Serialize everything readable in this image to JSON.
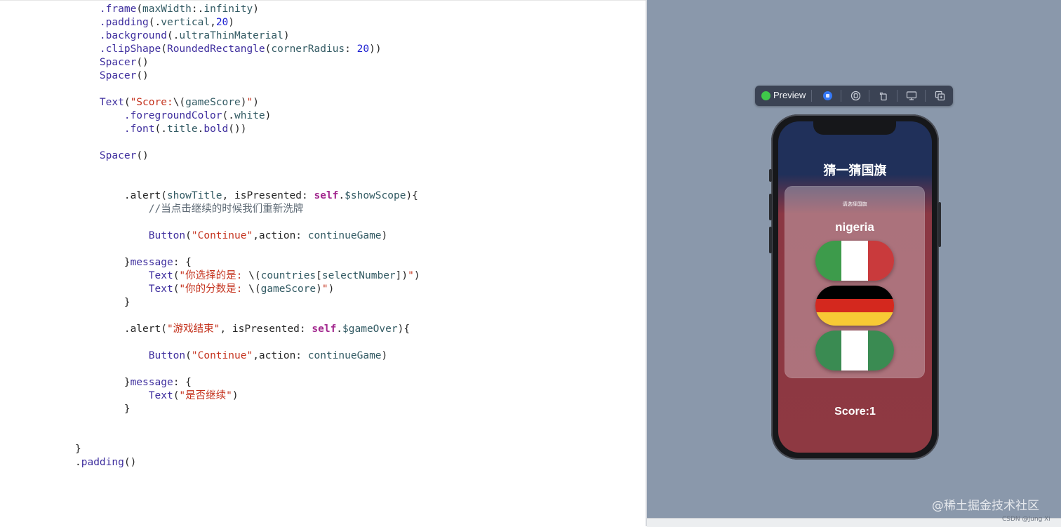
{
  "code_lines": [
    [
      [
        "plain",
        "    "
      ],
      [
        "fn",
        ".frame"
      ],
      [
        "plain",
        "("
      ],
      [
        "prop",
        "maxWidth"
      ],
      [
        "plain",
        ":."
      ],
      [
        "prop",
        "infinity"
      ],
      [
        "plain",
        ")"
      ]
    ],
    [
      [
        "plain",
        "    "
      ],
      [
        "fn",
        ".padding"
      ],
      [
        "plain",
        "(."
      ],
      [
        "prop",
        "vertical"
      ],
      [
        "plain",
        ","
      ],
      [
        "num",
        "20"
      ],
      [
        "plain",
        ")"
      ]
    ],
    [
      [
        "plain",
        "    "
      ],
      [
        "fn",
        ".background"
      ],
      [
        "plain",
        "(."
      ],
      [
        "prop",
        "ultraThinMaterial"
      ],
      [
        "plain",
        ")"
      ]
    ],
    [
      [
        "plain",
        "    "
      ],
      [
        "fn",
        ".clipShape"
      ],
      [
        "plain",
        "("
      ],
      [
        "fn",
        "RoundedRectangle"
      ],
      [
        "plain",
        "("
      ],
      [
        "prop",
        "cornerRadius"
      ],
      [
        "plain",
        ": "
      ],
      [
        "num",
        "20"
      ],
      [
        "plain",
        "))"
      ]
    ],
    [
      [
        "plain",
        "    "
      ],
      [
        "fn",
        "Spacer"
      ],
      [
        "plain",
        "()"
      ]
    ],
    [
      [
        "plain",
        "    "
      ],
      [
        "fn",
        "Spacer"
      ],
      [
        "plain",
        "()"
      ]
    ],
    [],
    [
      [
        "plain",
        "    "
      ],
      [
        "fn",
        "Text"
      ],
      [
        "plain",
        "("
      ],
      [
        "str",
        "\"Score:"
      ],
      [
        "plain",
        "\\("
      ],
      [
        "prop",
        "gameScore"
      ],
      [
        "plain",
        ")"
      ],
      [
        "str",
        "\""
      ],
      [
        "plain",
        ")"
      ]
    ],
    [
      [
        "plain",
        "        "
      ],
      [
        "fn",
        ".foregroundColor"
      ],
      [
        "plain",
        "(."
      ],
      [
        "prop",
        "white"
      ],
      [
        "plain",
        ")"
      ]
    ],
    [
      [
        "plain",
        "        "
      ],
      [
        "fn",
        ".font"
      ],
      [
        "plain",
        "(."
      ],
      [
        "prop",
        "title"
      ],
      [
        "plain",
        "."
      ],
      [
        "fn",
        "bold"
      ],
      [
        "plain",
        "())"
      ]
    ],
    [],
    [
      [
        "plain",
        "    "
      ],
      [
        "fn",
        "Spacer"
      ],
      [
        "plain",
        "()"
      ]
    ],
    [],
    [],
    [
      [
        "plain",
        "        .alert("
      ],
      [
        "prop",
        "showTitle"
      ],
      [
        "plain",
        ", isPresented: "
      ],
      [
        "kw",
        "self"
      ],
      [
        "plain",
        "."
      ],
      [
        "prop",
        "$showScope"
      ],
      [
        "plain",
        "){"
      ]
    ],
    [
      [
        "com",
        "            //当点击继续的时候我们重新洗牌"
      ]
    ],
    [],
    [
      [
        "plain",
        "            "
      ],
      [
        "fn",
        "Button"
      ],
      [
        "plain",
        "("
      ],
      [
        "str",
        "\"Continue\""
      ],
      [
        "plain",
        ",action: "
      ],
      [
        "prop",
        "continueGame"
      ],
      [
        "plain",
        ")"
      ]
    ],
    [],
    [
      [
        "plain",
        "        }"
      ],
      [
        "fn",
        "message"
      ],
      [
        "plain",
        ": {"
      ]
    ],
    [
      [
        "plain",
        "            "
      ],
      [
        "fn",
        "Text"
      ],
      [
        "plain",
        "("
      ],
      [
        "str",
        "\"你选择的是: "
      ],
      [
        "plain",
        "\\("
      ],
      [
        "prop",
        "countries"
      ],
      [
        "plain",
        "["
      ],
      [
        "prop",
        "selectNumber"
      ],
      [
        "plain",
        "])"
      ],
      [
        "str",
        "\""
      ],
      [
        "plain",
        ")"
      ]
    ],
    [
      [
        "plain",
        "            "
      ],
      [
        "fn",
        "Text"
      ],
      [
        "plain",
        "("
      ],
      [
        "str",
        "\"你的分数是: "
      ],
      [
        "plain",
        "\\("
      ],
      [
        "prop",
        "gameScore"
      ],
      [
        "plain",
        ")"
      ],
      [
        "str",
        "\""
      ],
      [
        "plain",
        ")"
      ]
    ],
    [
      [
        "plain",
        "        }"
      ]
    ],
    [],
    [
      [
        "plain",
        "        .alert("
      ],
      [
        "str",
        "\"游戏结束\""
      ],
      [
        "plain",
        ", isPresented: "
      ],
      [
        "kw",
        "self"
      ],
      [
        "plain",
        "."
      ],
      [
        "prop",
        "$gameOver"
      ],
      [
        "plain",
        "){"
      ]
    ],
    [],
    [
      [
        "plain",
        "            "
      ],
      [
        "fn",
        "Button"
      ],
      [
        "plain",
        "("
      ],
      [
        "str",
        "\"Continue\""
      ],
      [
        "plain",
        ",action: "
      ],
      [
        "prop",
        "continueGame"
      ],
      [
        "plain",
        ")"
      ]
    ],
    [],
    [
      [
        "plain",
        "        }"
      ],
      [
        "fn",
        "message"
      ],
      [
        "plain",
        ": {"
      ]
    ],
    [
      [
        "plain",
        "            "
      ],
      [
        "fn",
        "Text"
      ],
      [
        "plain",
        "("
      ],
      [
        "str",
        "\"是否继续\""
      ],
      [
        "plain",
        ")"
      ]
    ],
    [
      [
        "plain",
        "        }"
      ]
    ],
    [],
    [],
    [
      [
        "plain",
        "}"
      ]
    ],
    [
      [
        "plain",
        "."
      ],
      [
        "fn",
        "padding"
      ],
      [
        "plain",
        "()"
      ]
    ]
  ],
  "preview_toolbar": {
    "label": "Preview",
    "buttons": [
      "live-stop-icon",
      "inspect-icon",
      "rotate-device-icon",
      "device-settings-icon",
      "duplicate-preview-icon"
    ]
  },
  "app": {
    "title": "猜一猜国旗",
    "subtitle": "请选择国旗",
    "country": "nigeria",
    "flags": [
      {
        "name": "italy",
        "layout": "vertical",
        "colors": [
          "#3d9b4b",
          "#ffffff",
          "#c93a3c"
        ]
      },
      {
        "name": "germany",
        "layout": "horizontal",
        "colors": [
          "#000000",
          "#d4281e",
          "#f7c935"
        ]
      },
      {
        "name": "nigeria",
        "layout": "vertical",
        "colors": [
          "#3a8b52",
          "#ffffff",
          "#3a8b52"
        ]
      }
    ],
    "score_text": "Score:1"
  },
  "watermark": "@稀土掘金技术社区",
  "credit": "CSDN @Jung Xi",
  "colors": {
    "canvas_bg": "#8a98ab",
    "screen_top": "#20305a",
    "screen_bottom": "#8e3942"
  }
}
